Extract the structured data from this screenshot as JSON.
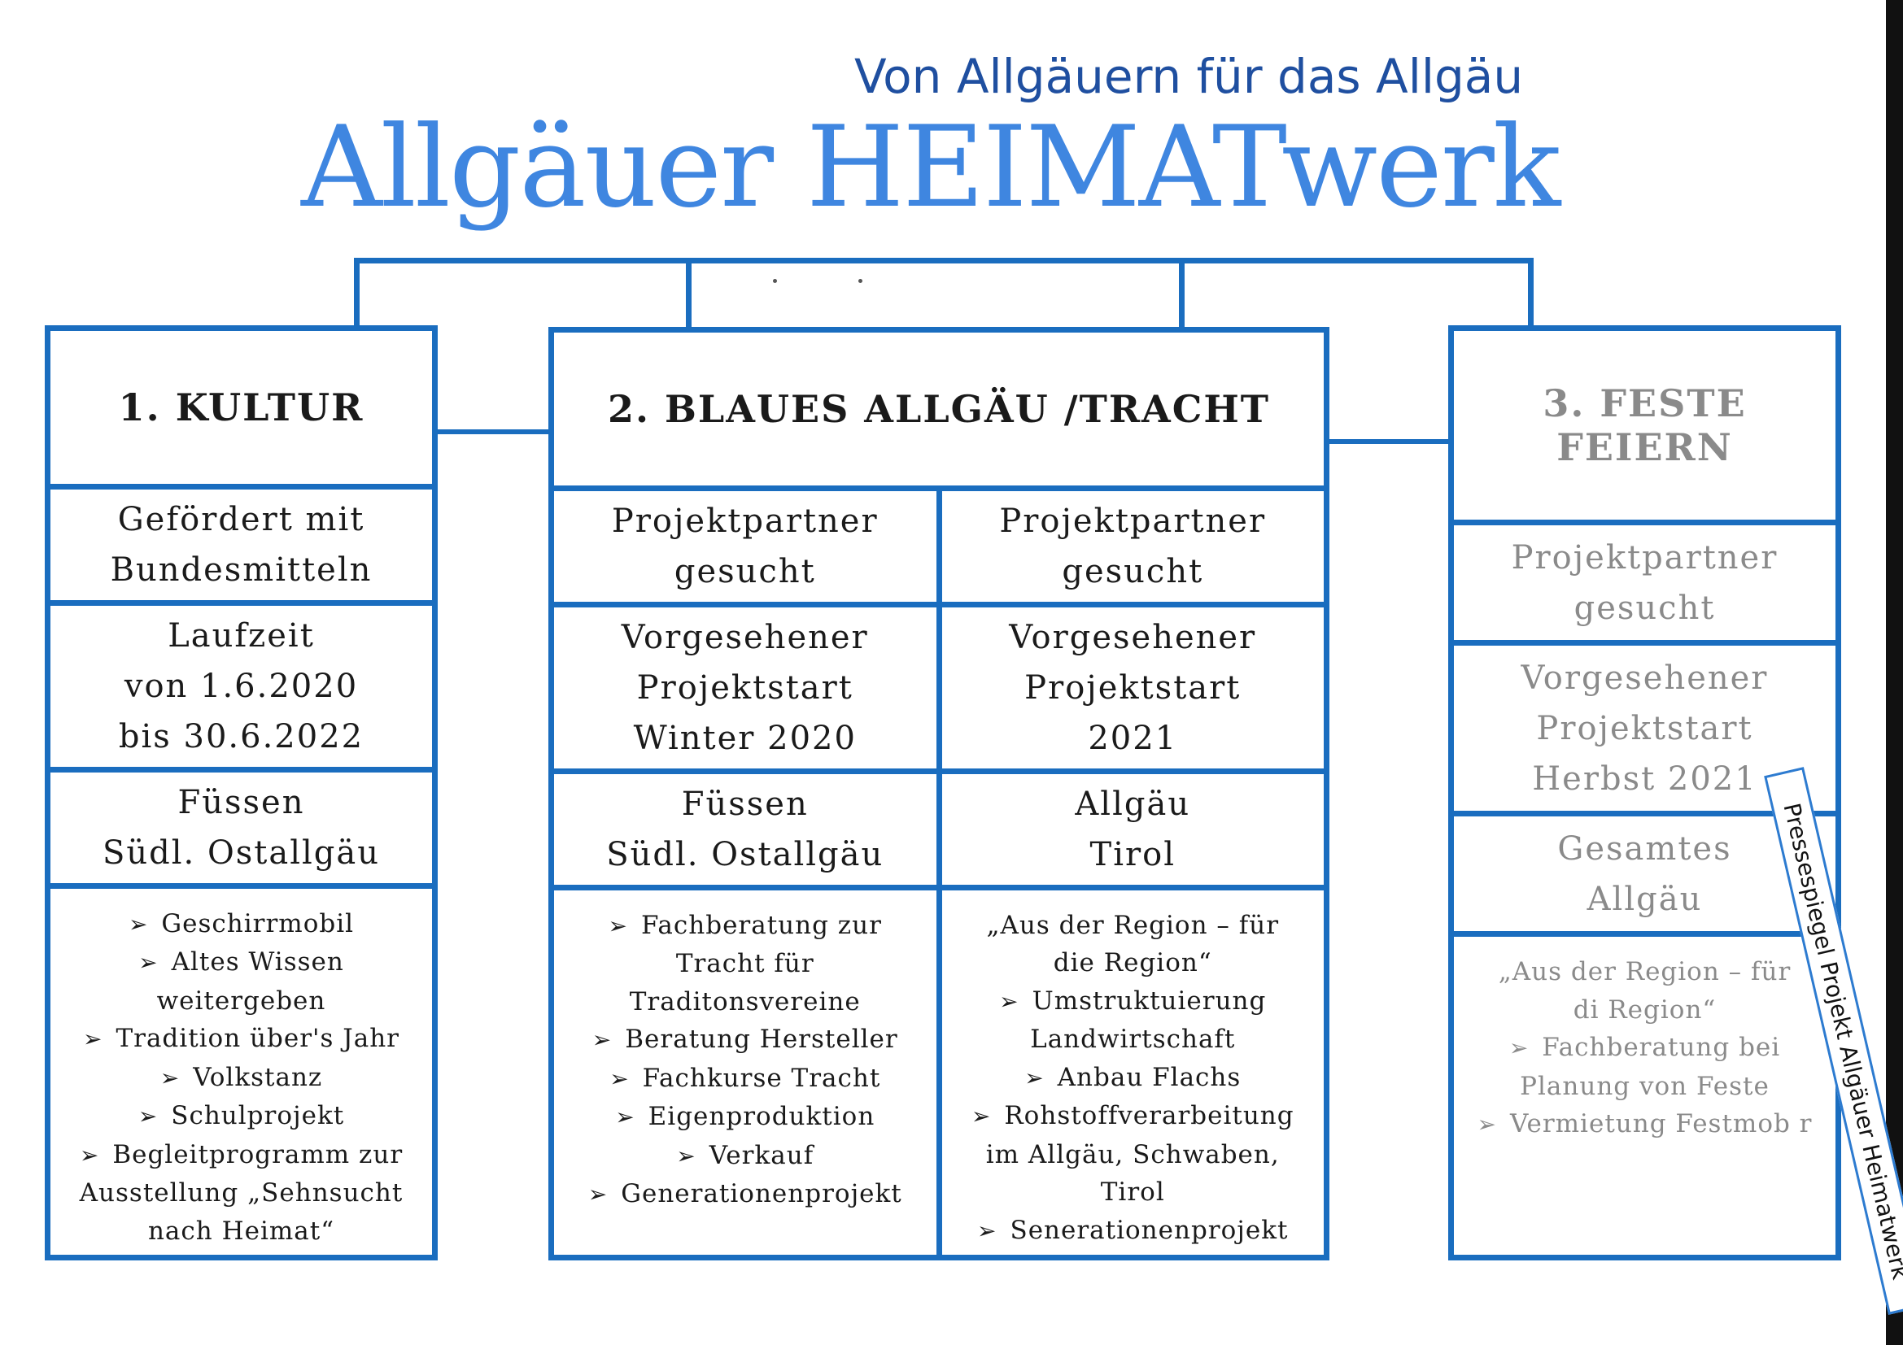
{
  "header": {
    "tagline": "Von Allgäuern für das Allgäu",
    "brand": "Allgäuer HEIMATwerk"
  },
  "colors": {
    "frame": "#1a6dbf",
    "tagline": "#1f4fa0",
    "brand": "#3f86e0",
    "faded_text": "#8a8a8a"
  },
  "kultur": {
    "title": "1. KULTUR",
    "funding": [
      "Gefördert mit",
      "Bundesmitteln"
    ],
    "runtime": [
      "Laufzeit",
      "von 1.6.2020",
      "bis 30.6.2022"
    ],
    "region": [
      "Füssen",
      "Südl. Ostallgäu"
    ],
    "items": [
      "Geschirrmobil",
      "Altes Wissen weitergeben",
      "Tradition über's Jahr",
      "Volkstanz",
      "Schulprojekt",
      "Begleitprogramm zur Ausstellung „Sehnsucht nach Heimat“"
    ]
  },
  "tracht": {
    "title": "2. BLAUES ALLGÄU /TRACHT",
    "left": {
      "partner": [
        "Projektpartner",
        "gesucht"
      ],
      "start": [
        "Vorgesehener",
        "Projektstart",
        "Winter 2020"
      ],
      "region": [
        "Füssen",
        "Südl. Ostallgäu"
      ],
      "items": [
        "Fachberatung zur Tracht für Traditonsvereine",
        "Beratung Hersteller",
        "Fachkurse Tracht",
        "Eigenproduktion",
        "Verkauf",
        "Generationenprojekt"
      ]
    },
    "right": {
      "partner": [
        "Projektpartner",
        "gesucht"
      ],
      "start": [
        "Vorgesehener",
        "Projektstart",
        "2021"
      ],
      "region": [
        "Allgäu",
        "Tirol"
      ],
      "quote": "„Aus der Region – für die Region“",
      "items": [
        "Umstruktuierung Landwirtschaft",
        "Anbau Flachs",
        "Rohstoffverarbeitung im Allgäu, Schwaben, Tirol",
        "Senerationenprojekt"
      ]
    }
  },
  "feste": {
    "title": "3. FESTE FEIERN",
    "partner": [
      "Projektpartner",
      "gesucht"
    ],
    "start": [
      "Vorgesehener",
      "Projektstart",
      "Herbst 2021"
    ],
    "region": [
      "Gesamtes",
      "Allgäu"
    ],
    "quote": "„Aus der Region – für di Region“",
    "items": [
      "Fachberatung bei Planung von Feste",
      "Vermietung Festmob r"
    ]
  },
  "stamp": {
    "text": "Pressespiegel Projekt Allgäuer Heimatwerk"
  }
}
